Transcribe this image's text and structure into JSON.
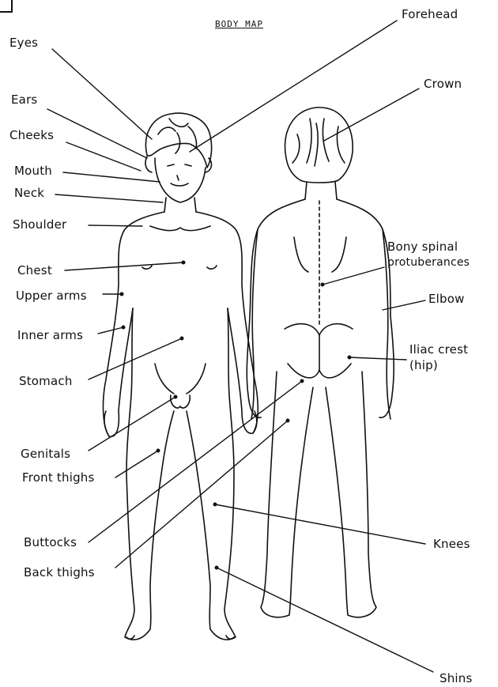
{
  "title": "BODY MAP",
  "labels": {
    "eyes": "Eyes",
    "ears": "Ears",
    "cheeks": "Cheeks",
    "mouth": "Mouth",
    "neck": "Neck",
    "shoulder": "Shoulder",
    "chest": "Chest",
    "upper_arms": "Upper arms",
    "inner_arms": "Inner arms",
    "stomach": "Stomach",
    "genitals": "Genitals",
    "front_thighs": "Front thighs",
    "buttocks": "Buttocks",
    "back_thighs": "Back thighs",
    "forehead": "Forehead",
    "crown": "Crown",
    "bony_spinal_1": "Bony spinal",
    "bony_spinal_2": "protuberances",
    "elbow": "Elbow",
    "iliac_1": "Iliac crest",
    "iliac_2": "(hip)",
    "knees": "Knees",
    "shins": "Shins"
  }
}
